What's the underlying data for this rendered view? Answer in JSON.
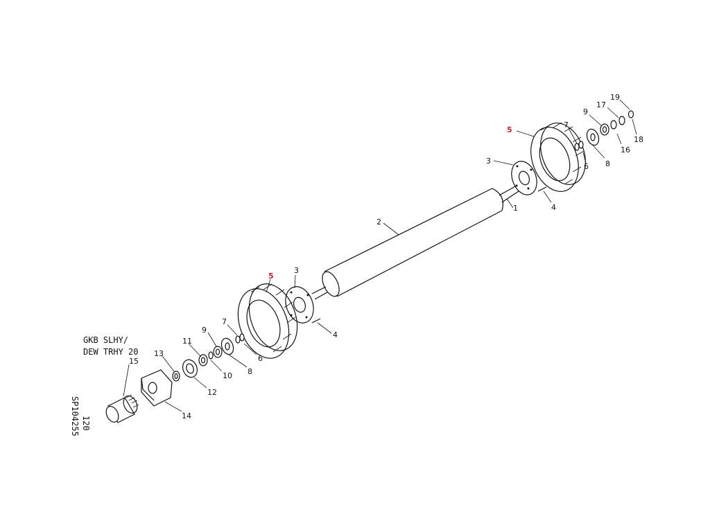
{
  "drawing": {
    "note_line1": "GKB SLHY/",
    "note_line2": "DEW TRHY 20",
    "ref_code": "SP104255",
    "ref_num": "120",
    "highlight_color": "#c0262d"
  },
  "callouts": {
    "c1": "1",
    "c2": "2",
    "c3a": "3",
    "c3b": "3",
    "c4a": "4",
    "c4b": "4",
    "c5a": "5",
    "c5b": "5",
    "c6a": "6",
    "c6b": "6",
    "c7a": "7",
    "c7b": "7",
    "c8a": "8",
    "c8b": "8",
    "c9a": "9",
    "c9b": "9",
    "c10": "10",
    "c11": "11",
    "c12": "12",
    "c13": "13",
    "c14": "14",
    "c15": "15",
    "c16": "16",
    "c17": "17",
    "c18": "18",
    "c19": "19"
  }
}
